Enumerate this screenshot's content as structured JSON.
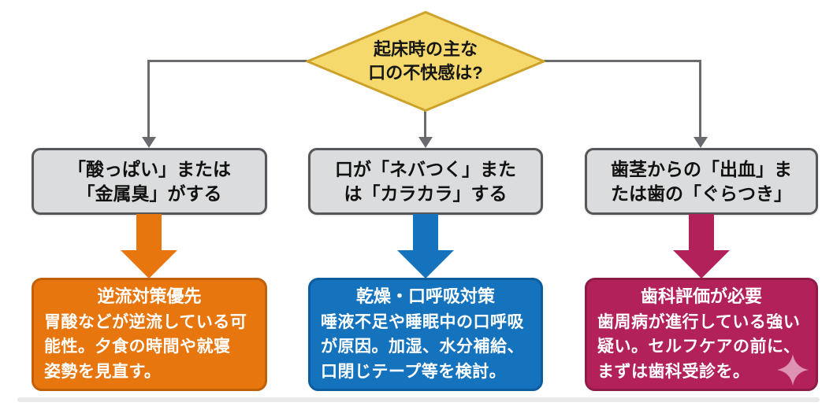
{
  "colors": {
    "diamond_fill": "#f5d96d",
    "diamond_border": "#cda22a",
    "condition_fill": "#dbdcdd",
    "condition_border": "#56575a",
    "connector_gray": "#6a6b6e",
    "orange": "#e8760e",
    "orange_border": "#c05f06",
    "blue": "#1573be",
    "blue_border": "#0c5ca0",
    "crimson": "#b3215a",
    "crimson_border": "#8e1a47",
    "sparkle_pink": "#df93b2"
  },
  "decision": {
    "label": "起床時の主な\n口の不快感は?"
  },
  "branches": [
    {
      "condition": "「酸っぱい」または\n「金属臭」がする",
      "result_title": "逆流対策優先",
      "result_body": "胃酸などが逆流している可\n能性。夕食の時間や就寝\n姿勢を見直す。"
    },
    {
      "condition": "口が「ネバつく」また\nは「カラカラ」する",
      "result_title": "乾燥・口呼吸対策",
      "result_body": "唾液不足や睡眠中の口呼吸\nが原因。加湿、水分補給、\n口閉じテープ等を検討。"
    },
    {
      "condition": "歯茎からの「出血」ま\nたは歯の「ぐらつき」",
      "result_title": "歯科評価が必要",
      "result_body": "歯周病が進行している強い\n疑い。セルフケアの前に、\nまずは歯科受診を。"
    }
  ]
}
